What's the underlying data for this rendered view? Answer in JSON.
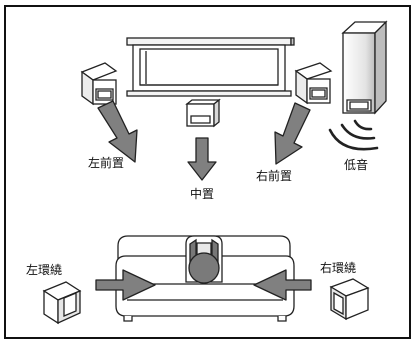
{
  "labels": {
    "front_left": "左前置",
    "center": "中置",
    "front_right": "右前置",
    "subwoofer": "低音",
    "surround_left": "左環繞",
    "surround_right": "右環繞"
  },
  "colors": {
    "arrow": "#808080",
    "outline": "#222222",
    "frame": "#111111"
  }
}
